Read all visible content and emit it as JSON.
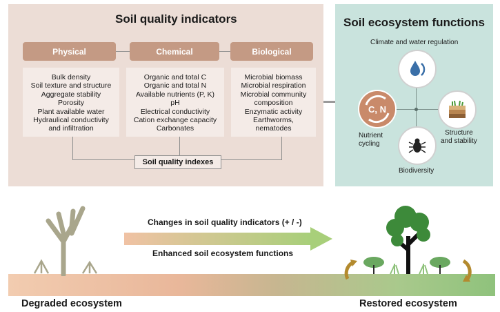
{
  "left_panel": {
    "title": "Soil quality indicators",
    "categories": [
      {
        "label": "Physical",
        "items": [
          "Bulk density",
          "Soil texture and structure",
          "Aggregate stability",
          "Porosity",
          "Plant available water",
          "Hydraulical conductivity",
          "and infiltration"
        ]
      },
      {
        "label": "Chemical",
        "items": [
          "Organic and total C",
          "Organic and total N",
          "Available nutrients (P, K)",
          "pH",
          "Electrical conductivity",
          "Cation exchange capacity",
          "Carbonates"
        ]
      },
      {
        "label": "Biological",
        "items": [
          "Microbial biomass",
          "Microbial respiration",
          "Microbial community",
          "composition",
          "Enzymatic activity",
          "Earthworms,",
          "nematodes"
        ]
      }
    ],
    "index_label": "Soil quality indexes"
  },
  "right_panel": {
    "title": "Soil ecosystem functions",
    "climate_label": "Climate and water regulation",
    "nutrient_label_1": "Nutrient",
    "nutrient_label_2": "cycling",
    "nutrient_icon_text": "C, N",
    "structure_label_1": "Structure",
    "structure_label_2": "and stability",
    "biodiversity_label": "Biodiversity"
  },
  "bottom": {
    "changes_text": "Changes in soil quality indicators (+ / -)",
    "enhanced_text": "Enhanced soil ecosystem functions",
    "degraded_label": "Degraded ecosystem",
    "restored_label": "Restored ecosystem"
  },
  "colors": {
    "pill": "#c49a84",
    "left_panel_bg": "#ecddd6",
    "right_panel_bg": "#c9e3dd",
    "water_drop": "#3a6fa8",
    "tree_green": "#3d8a3a",
    "swirl_arrow": "#b38a2e"
  }
}
